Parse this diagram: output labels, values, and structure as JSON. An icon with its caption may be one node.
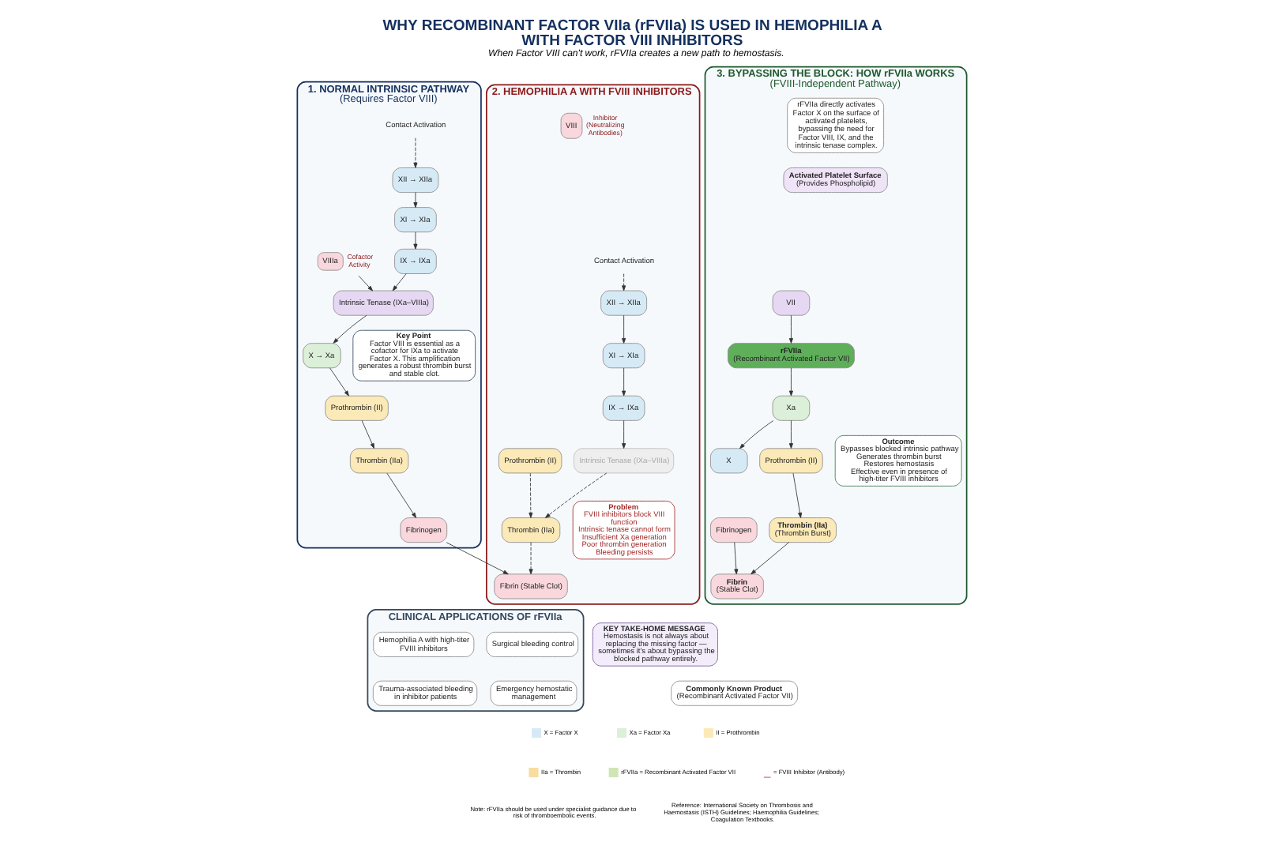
{
  "diagram": {
    "title": "WHY RECOMBINANT FACTOR VIIa (rFVIIa) IS USED IN HEMOPHILIA A WITH FACTOR VIII INHIBITORS",
    "caption": "When Factor VIII can't work, rFVIIa creates a new path to hemostasis.",
    "nodes": [
      {
        "text": [
          "1. NORMAL INTRINSIC PATHWAY",
          "(Requires Factor VIII)"
        ]
      },
      {
        "text": [
          "Contact Activation"
        ],
        "in": 0
      },
      {
        "text": [
          "XII → XIIa"
        ],
        "in": 0
      },
      {
        "text": [
          "XI → XIa"
        ],
        "in": 0
      },
      {
        "text": [
          "IX → IXa"
        ],
        "in": 0
      },
      {
        "text": [
          "VIIIa"
        ],
        "in": 0,
        "beside": [
          "Cofactor Activity"
        ]
      },
      {
        "text": [
          "Intrinsic Tenase (IXa–VIIIa)"
        ],
        "in": 0
      },
      {
        "text": [
          "X → Xa"
        ],
        "in": 0
      },
      {
        "text": [
          "Prothrombin (II)"
        ],
        "in": 0
      },
      {
        "text": [
          "Thrombin (IIa)"
        ],
        "in": 0
      },
      {
        "text": [
          "Fibrinogen"
        ],
        "in": 0
      },
      {
        "text": [
          "Key Point",
          "Factor VIII is essential as a cofactor for IXa to activate Factor X. This amplification generates a robust thrombin burst and stable clot."
        ],
        "in": 0
      },
      {
        "text": [
          "2. HEMOPHILIA A WITH FVIII INHIBITORS"
        ]
      },
      {
        "text": [
          "Contact Activation"
        ],
        "in": 12
      },
      {
        "text": [
          "XII → XIIa"
        ],
        "in": 12
      },
      {
        "text": [
          "XI → XIa"
        ],
        "in": 12
      },
      {
        "text": [
          "IX → IXa"
        ],
        "in": 12
      },
      {
        "text": [
          "VIII"
        ],
        "in": 12,
        "beside": [
          "Inhibitor (Neutralizing Antibodies)"
        ]
      },
      {
        "text": [
          "Intrinsic Tenase (IXa–VIIIa)"
        ],
        "in": 12
      },
      {
        "text": [
          "Prothrombin (II)"
        ],
        "in": 12
      },
      {
        "text": [
          "Thrombin (IIa)"
        ],
        "in": 12
      },
      {
        "text": [
          "Fibrin (Stable Clot)"
        ],
        "in": 12
      },
      {
        "text": [
          "Problem",
          "FVIII inhibitors block VIII function",
          "Intrinsic tenase cannot form",
          "Insufficient Xa generation",
          "Poor thrombin generation",
          "Bleeding persists"
        ],
        "in": 12
      },
      {
        "text": [
          "3. BYPASSING THE BLOCK: HOW rFVIIa WORKS",
          "(FVIII-Independent Pathway)"
        ]
      },
      {
        "text": [
          "rFVIIa directly activates Factor X on the surface of activated platelets, bypassing the need for Factor VIII, IX, and the intrinsic tenase complex."
        ],
        "in": 23
      },
      {
        "text": [
          "Activated Platelet Surface",
          "(Provides Phospholipid)"
        ],
        "in": 23
      },
      {
        "text": [
          "VII"
        ],
        "in": 23
      },
      {
        "text": [
          "rFVIIa",
          "(Recombinant Activated Factor VII)"
        ],
        "in": 23
      },
      {
        "text": [
          "Xa"
        ],
        "in": 23
      },
      {
        "text": [
          "X"
        ],
        "in": 23
      },
      {
        "text": [
          "Prothrombin (II)"
        ],
        "in": 23
      },
      {
        "text": [
          "Thrombin (IIa)",
          "(Thrombin Burst)"
        ],
        "in": 23
      },
      {
        "text": [
          "Fibrinogen"
        ],
        "in": 23
      },
      {
        "text": [
          "Fibrin",
          "(Stable Clot)"
        ],
        "in": 23
      },
      {
        "text": [
          "Outcome",
          "Bypasses blocked intrinsic pathway",
          "Generates thrombin burst",
          "Restores hemostasis",
          "Effective even in presence of high-titer FVIII inhibitors"
        ],
        "in": 23
      },
      {
        "text": [
          "CLINICAL APPLICATIONS OF rFVIIa"
        ]
      },
      {
        "text": [
          "Hemophilia A with high-titer FVIII inhibitors"
        ],
        "in": 35
      },
      {
        "text": [
          "Surgical bleeding control"
        ],
        "in": 35
      },
      {
        "text": [
          "Trauma-associated bleeding in inhibitor patients"
        ],
        "in": 35
      },
      {
        "text": [
          "Emergency hemostatic management"
        ],
        "in": 35
      },
      {
        "text": [
          "KEY TAKE-HOME MESSAGE",
          "Hemostasis is not always about replacing the missing factor — sometimes it's about bypassing the blocked pathway entirely."
        ]
      },
      {
        "text": [
          "Commonly Known Product",
          "(Recombinant Activated Factor VII)"
        ]
      }
    ],
    "edges": [
      {
        "from": 1,
        "to": 2,
        "arrow": "to",
        "style": "dashed"
      },
      {
        "from": 2,
        "to": 3,
        "arrow": "to"
      },
      {
        "from": 3,
        "to": 4,
        "arrow": "to"
      },
      {
        "from": 4,
        "to": 6,
        "arrow": "to"
      },
      {
        "from": 5,
        "to": 6,
        "arrow": "to"
      },
      {
        "from": 6,
        "to": 7,
        "arrow": "to"
      },
      {
        "from": 7,
        "to": 8,
        "arrow": "to"
      },
      {
        "from": 8,
        "to": 9,
        "arrow": "to"
      },
      {
        "from": 9,
        "to": 10,
        "arrow": "to"
      },
      {
        "from": 10,
        "to": 21,
        "arrow": "to"
      },
      {
        "from": 13,
        "to": 14,
        "arrow": "to",
        "style": "dashed"
      },
      {
        "from": 14,
        "to": 15,
        "arrow": "to"
      },
      {
        "from": 15,
        "to": 16,
        "arrow": "to"
      },
      {
        "from": 16,
        "to": 18,
        "arrow": "to"
      },
      {
        "from": 18,
        "to": 20,
        "arrow": "to",
        "style": "dashed"
      },
      {
        "from": 19,
        "to": 20,
        "arrow": "to",
        "style": "dashed"
      },
      {
        "from": 20,
        "to": 21,
        "arrow": "to",
        "style": "dashed"
      },
      {
        "from": 26,
        "to": 27,
        "arrow": "to"
      },
      {
        "from": 27,
        "to": 28,
        "arrow": "to"
      },
      {
        "from": 28,
        "to": 29,
        "arrow": "to"
      },
      {
        "from": 28,
        "to": 30,
        "arrow": "to"
      },
      {
        "from": 30,
        "to": 31,
        "arrow": "to"
      },
      {
        "from": 31,
        "to": 33,
        "arrow": "to"
      },
      {
        "from": 32,
        "to": 33,
        "arrow": "to"
      }
    ],
    "labels": [
      "Note: rFVIIa should be used under specialist guidance due to risk of thromboembolic events.",
      "Reference: International Society on Thrombosis and Haemostasis (ISTH) Guidelines; Haemophilia Guidelines; Coagulation Textbooks."
    ],
    "legend": [
      {
        "text": "X = Factor X",
        "color": "#d6eaf6"
      },
      {
        "text": "Xa = Factor Xa",
        "color": "#dcefd8"
      },
      {
        "text": "II = Prothrombin",
        "color": "#fbe9b8"
      },
      {
        "text": "IIa = Thrombin",
        "color": "#f8dca0"
      },
      {
        "text": "rFVIIa = Recombinant Activated Factor VII",
        "color": "#cfe6b4"
      },
      {
        "text": "= FVIII Inhibitor (Antibody)"
      }
    ]
  }
}
